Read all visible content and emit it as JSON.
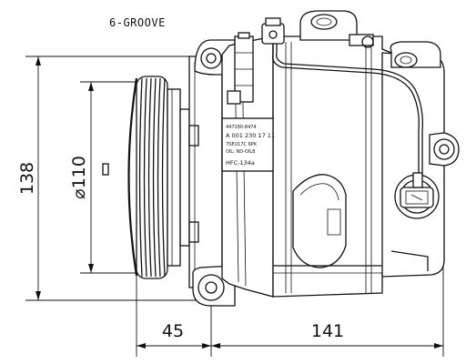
{
  "annotation": {
    "groove_note": "6-GROOVE"
  },
  "dimensions": {
    "height": "138",
    "pulley_diameter": "⌀110",
    "pulley_depth": "45",
    "body_length": "141"
  },
  "nameplate": {
    "line1": "447280-8474",
    "line2": "A 001 230 17 11",
    "line3": "7SEU17C 6PK",
    "line4": "OIL: ND-OIL8",
    "refrigerant": "HFC-134a"
  }
}
